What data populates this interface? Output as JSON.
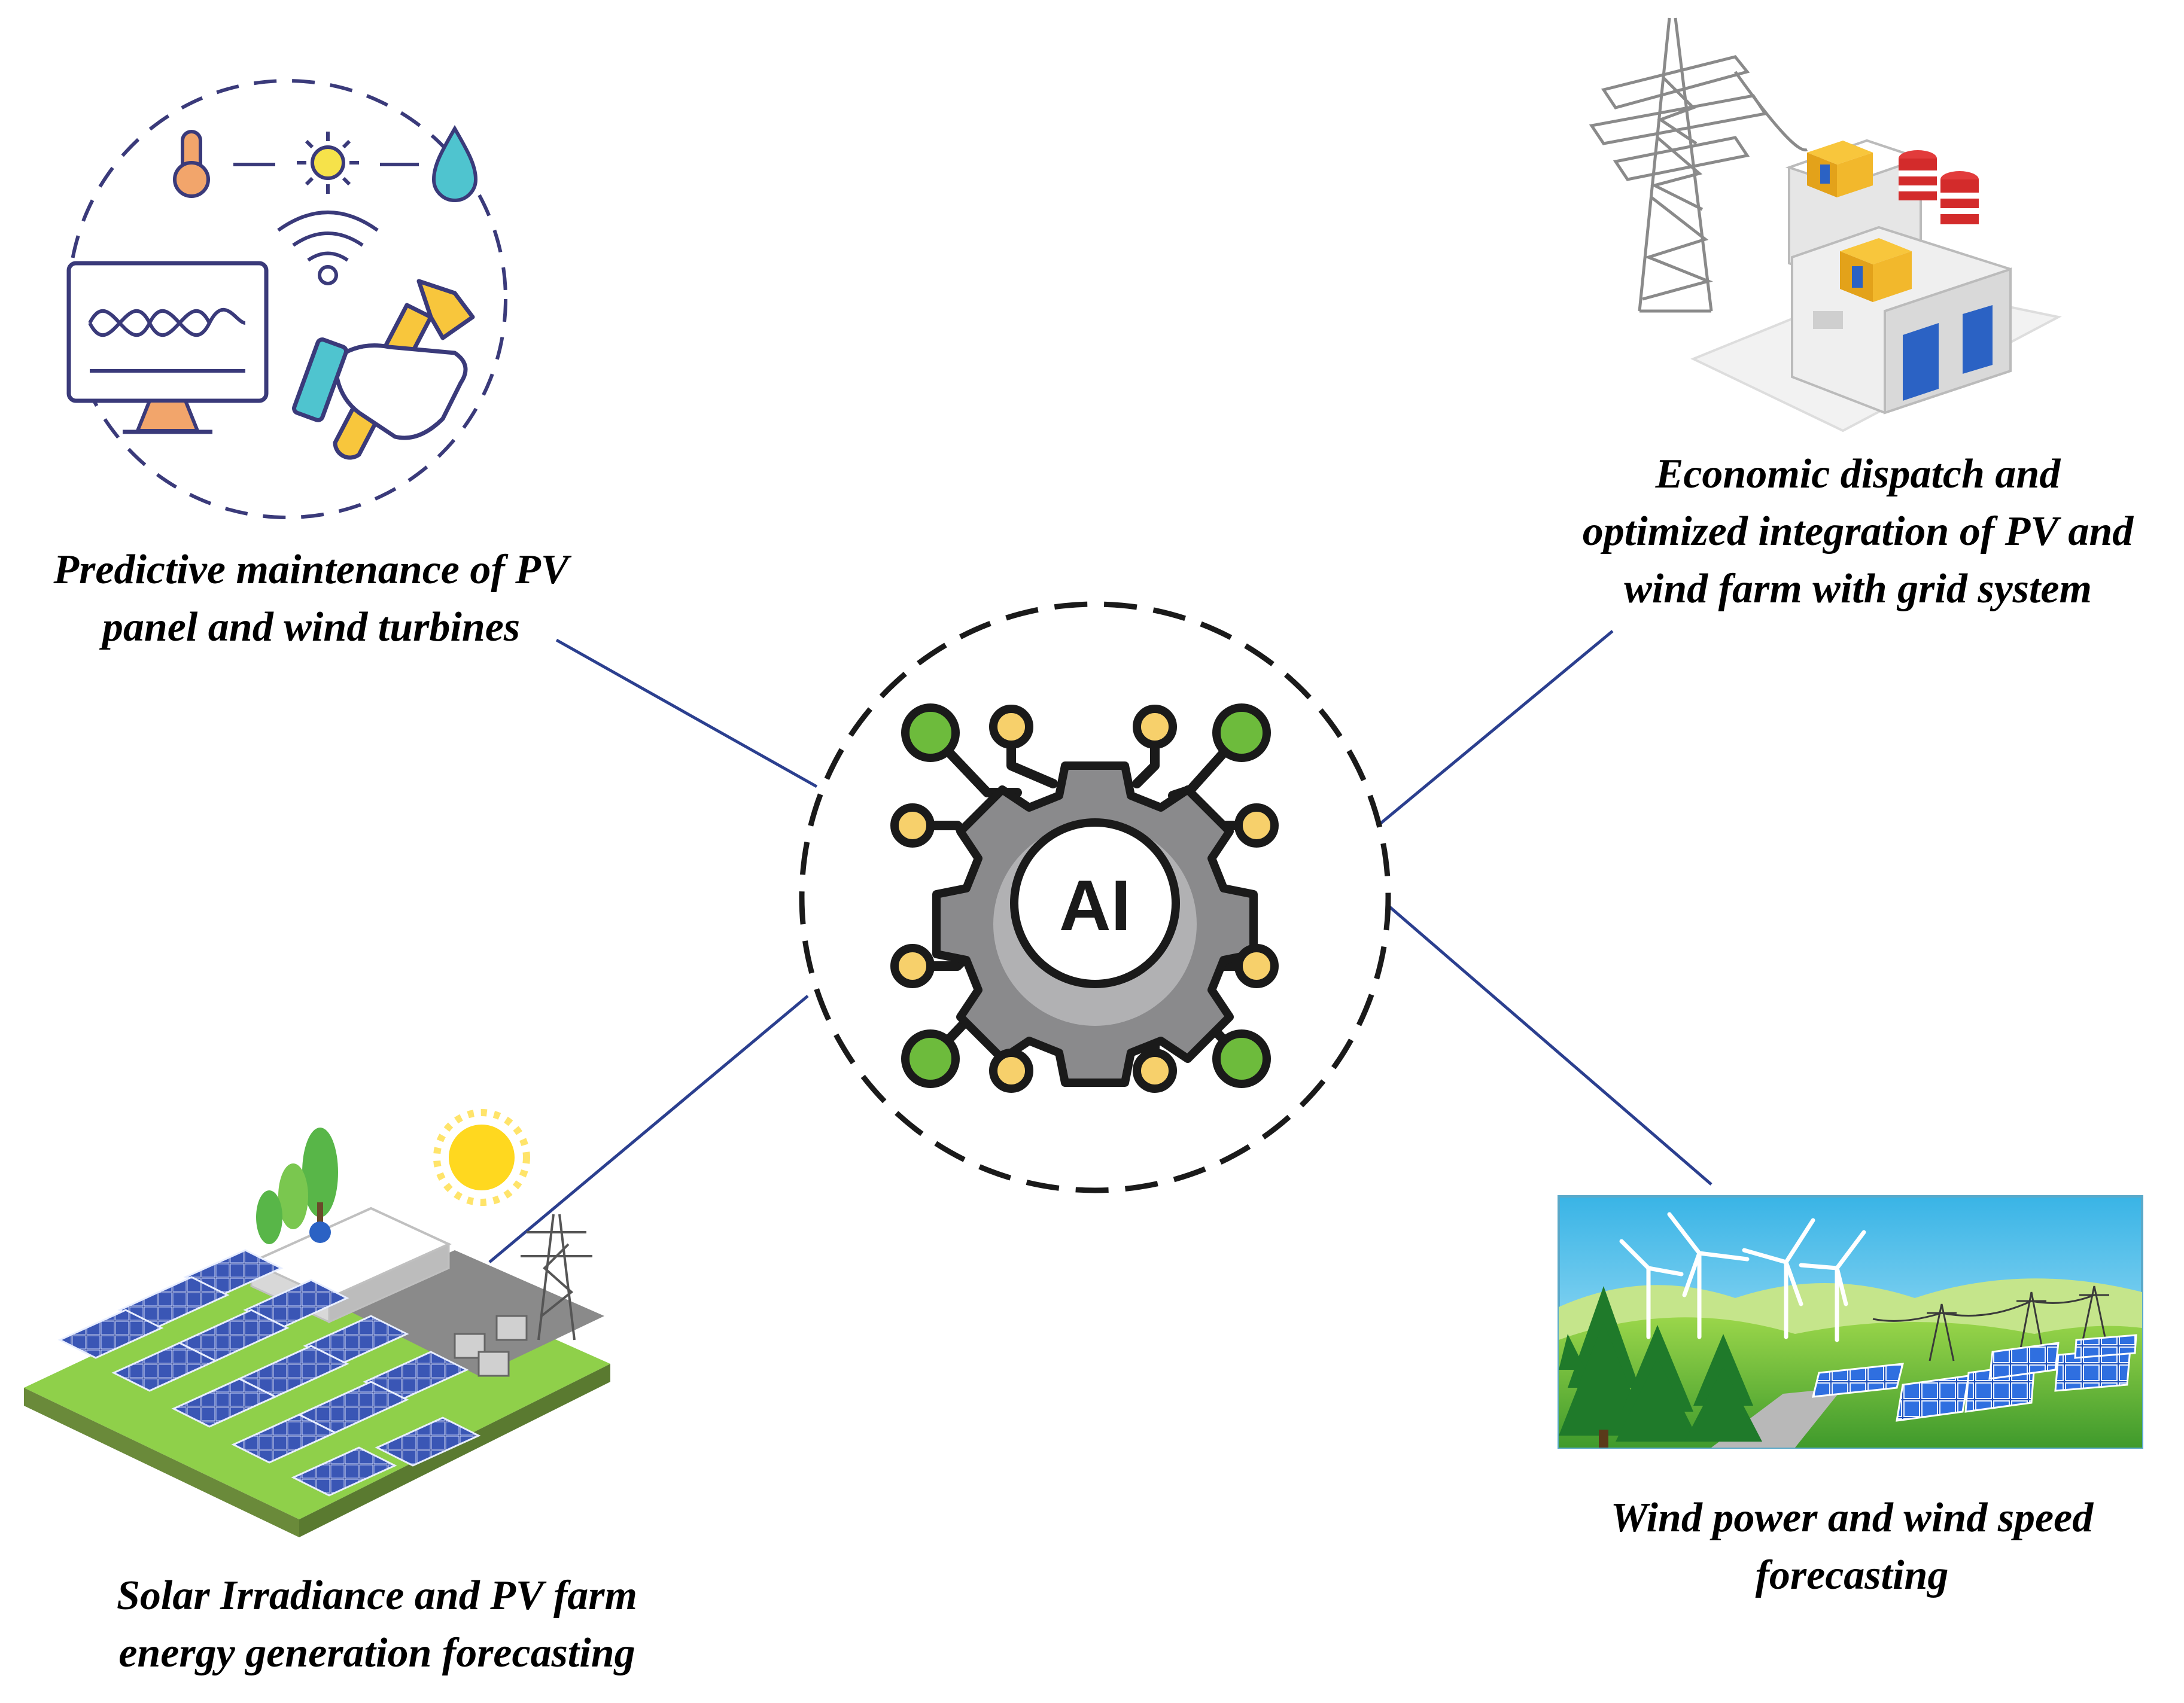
{
  "center": {
    "label": "AI",
    "colors": {
      "gear": "#8a8a8c",
      "node_green": "#6dbb3c",
      "node_yellow": "#f7d06b",
      "outline": "#1a1a1a"
    }
  },
  "captions": {
    "top_left": [
      "Predictive maintenance of PV",
      "panel and wind turbines"
    ],
    "top_right": [
      "Economic dispatch and",
      "optimized integration of PV and",
      "wind farm with grid system"
    ],
    "bottom_left": [
      "Solar Irradiance and PV farm",
      "energy generation forecasting"
    ],
    "bottom_right": [
      "Wind power and wind speed",
      "forecasting"
    ]
  },
  "icons": {
    "top_left": "predictive-maintenance-illustration",
    "top_right": "power-grid-substation-illustration",
    "bottom_left": "solar-pv-farm-illustration",
    "bottom_right": "wind-farm-landscape-illustration"
  },
  "connector_color": "#2b3f8f"
}
